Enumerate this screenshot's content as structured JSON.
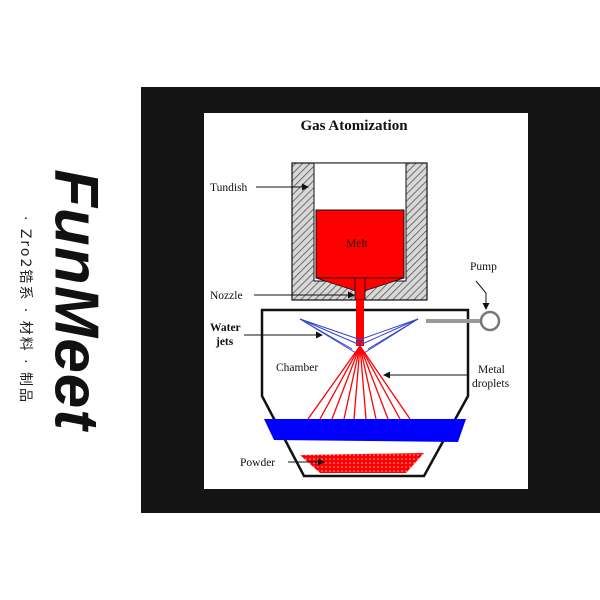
{
  "brand": {
    "name": "FunMeet",
    "tagline": "· Zro2锆系 · 材料 · 制品"
  },
  "diagram": {
    "title": "Gas Atomization",
    "labels": {
      "tundish": "Tundish",
      "melt": "Melt",
      "nozzle": "Nozzle",
      "pump": "Pump",
      "water_jets_line1": "Water",
      "water_jets_line2": "jets",
      "chamber": "Chamber",
      "metal_droplets_line1": "Metal",
      "metal_droplets_line2": "droplets",
      "powder": "Powder"
    },
    "colors": {
      "melt": "#ff0000",
      "water": "#0000ff",
      "jets": "#3344cc",
      "frame": "#141414",
      "hatch": "#555555",
      "pipe": "#999999"
    }
  }
}
